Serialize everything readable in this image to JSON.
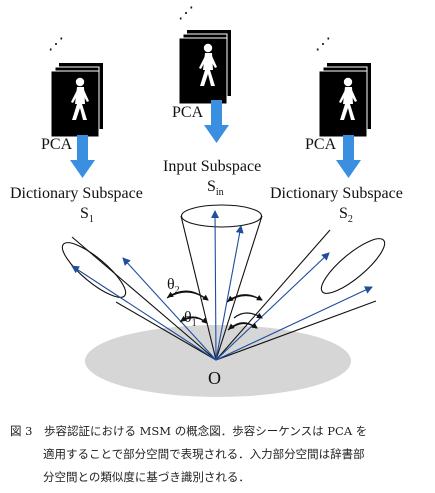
{
  "labels": {
    "pca": "PCA",
    "input_subspace": "Input Subspace",
    "s_in": "S",
    "s_in_sub": "in",
    "dictionary_subspace": "Dictionary Subspace",
    "s1": "S",
    "s1_sub": "1",
    "s2": "S",
    "s2_sub": "2",
    "theta1": "θ",
    "theta1_sub": "1",
    "theta2": "θ",
    "theta2_sub": "2",
    "origin": "O",
    "dots": "⋰"
  },
  "caption": {
    "line1": "図 3　歩容認証における MSM の概念図．歩容シーケンスは PCA を",
    "line2": "適用することで部分空間で表現される．入力部分空間は辞書部",
    "line3": "分空間との類似度に基づき識別される．"
  },
  "colors": {
    "arrow": "#3a8fe0",
    "vector": "#1f4e9e",
    "plane": "#d6d6d6",
    "cone": "#111111"
  }
}
